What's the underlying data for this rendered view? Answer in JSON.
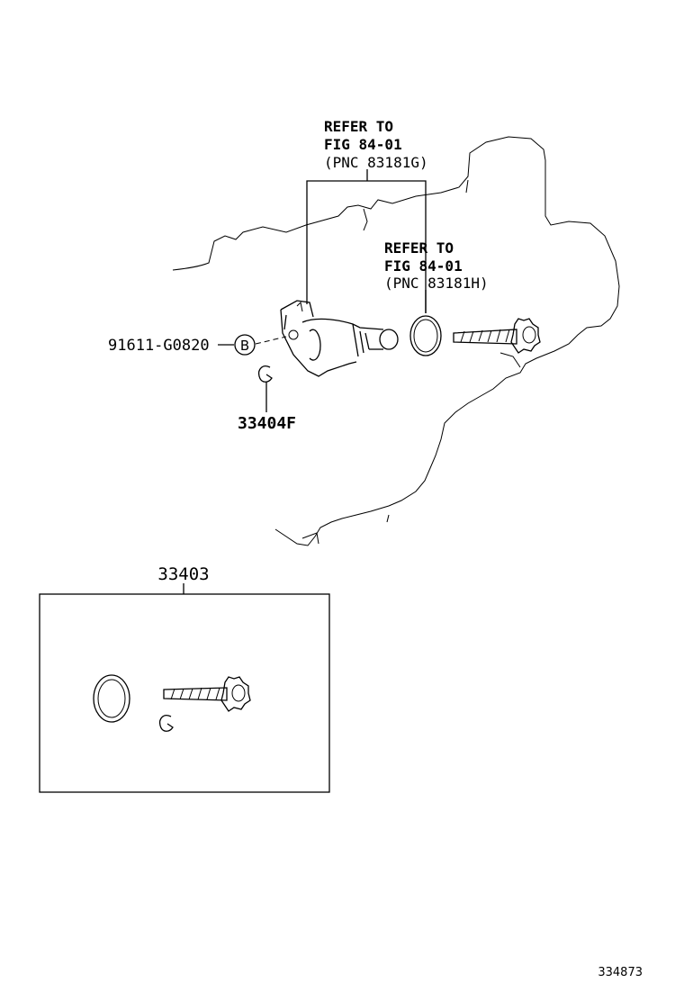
{
  "callouts": {
    "refer_g": {
      "line1": "REFER TO",
      "line2": "FIG 84-01",
      "line3": "(PNC 83181G)"
    },
    "refer_h": {
      "line1": "REFER TO",
      "line2": "FIG 84-01",
      "line3": "(PNC 83181H)"
    }
  },
  "parts": {
    "bolt": "91611-G0820",
    "bolt_marker": "B",
    "clip": "33404F",
    "kit": "33403"
  },
  "figure_id": "334873"
}
